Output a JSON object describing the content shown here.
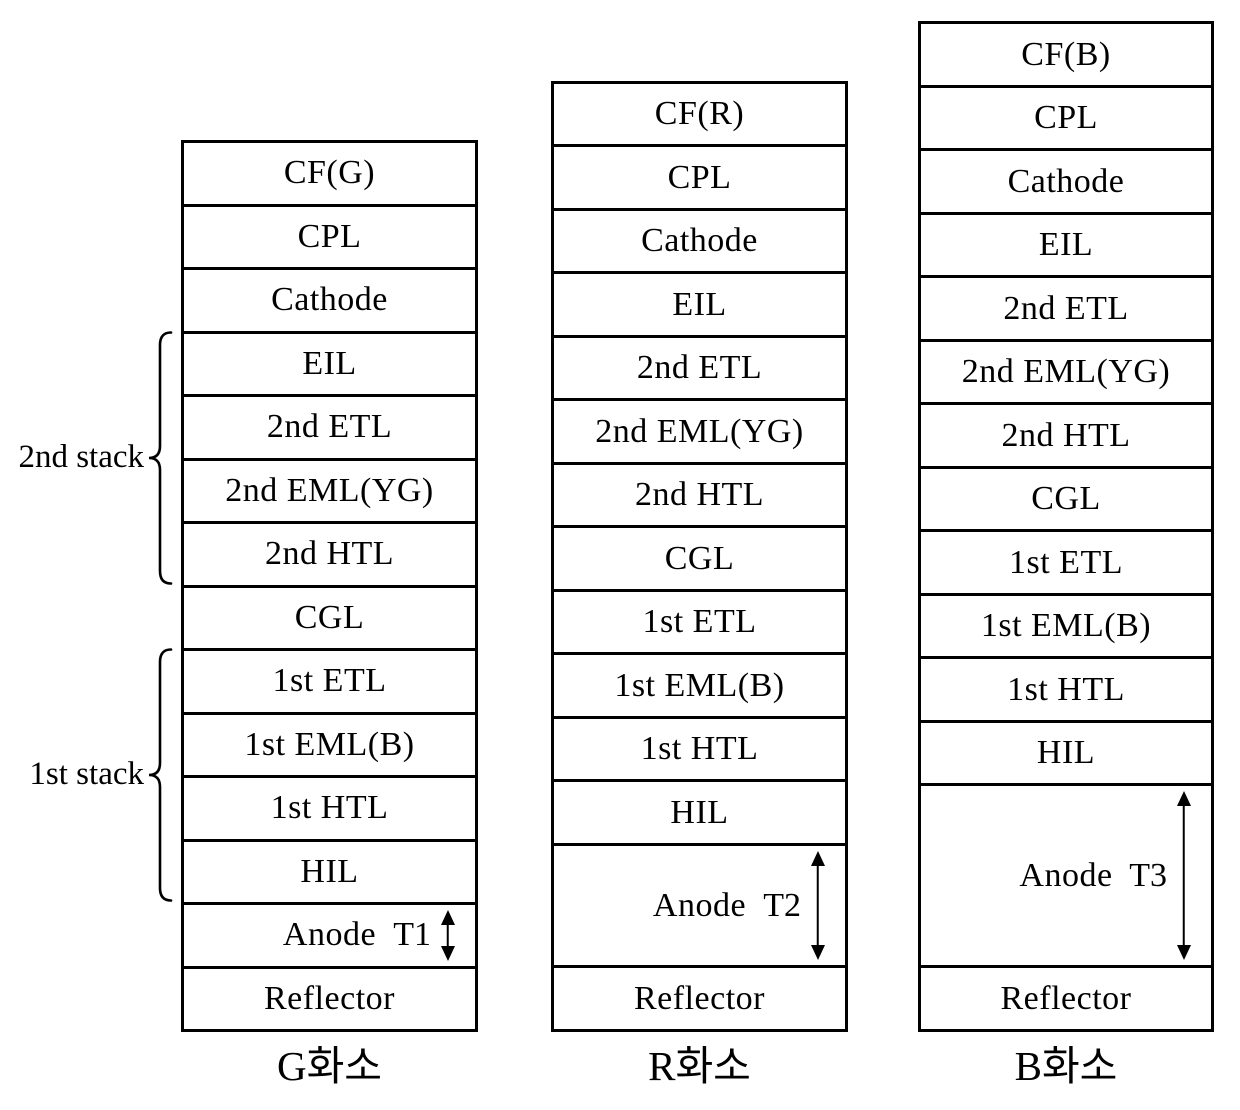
{
  "diagram": {
    "title": "tandem OLED pixel layer stacks",
    "line_color": "#000000",
    "background_color": "#ffffff",
    "stack_braces": [
      {
        "label": "2nd stack",
        "from_layer": "EIL",
        "to_layer": "2nd HTL"
      },
      {
        "label": "1st stack",
        "from_layer": "1st ETL",
        "to_layer": "HIL"
      }
    ],
    "columns": [
      {
        "id": "g-pixel",
        "caption": "G화소",
        "layers": [
          {
            "label": "CF(G)",
            "u": 1
          },
          {
            "label": "CPL",
            "u": 1
          },
          {
            "label": "Cathode",
            "u": 1
          },
          {
            "label": "EIL",
            "u": 1
          },
          {
            "label": "2nd ETL",
            "u": 1
          },
          {
            "label": "2nd EML(YG)",
            "u": 1
          },
          {
            "label": "2nd HTL",
            "u": 1
          },
          {
            "label": "CGL",
            "u": 1
          },
          {
            "label": "1st ETL",
            "u": 1
          },
          {
            "label": "1st EML(B)",
            "u": 1
          },
          {
            "label": "1st HTL",
            "u": 1
          },
          {
            "label": "HIL",
            "u": 1
          },
          {
            "label": "Anode",
            "u": 1,
            "thickness": "T1",
            "arrow": true
          },
          {
            "label": "Reflector",
            "u": 1
          }
        ]
      },
      {
        "id": "r-pixel",
        "caption": "R화소",
        "layers": [
          {
            "label": "CF(R)",
            "u": 1
          },
          {
            "label": "CPL",
            "u": 1
          },
          {
            "label": "Cathode",
            "u": 1
          },
          {
            "label": "EIL",
            "u": 1
          },
          {
            "label": "2nd ETL",
            "u": 1
          },
          {
            "label": "2nd EML(YG)",
            "u": 1
          },
          {
            "label": "2nd HTL",
            "u": 1
          },
          {
            "label": "CGL",
            "u": 1
          },
          {
            "label": "1st ETL",
            "u": 1
          },
          {
            "label": "1st EML(B)",
            "u": 1
          },
          {
            "label": "1st HTL",
            "u": 1
          },
          {
            "label": "HIL",
            "u": 1
          },
          {
            "label": "Anode",
            "u": 1.93,
            "thickness": "T2",
            "arrow": true
          },
          {
            "label": "Reflector",
            "u": 1
          }
        ]
      },
      {
        "id": "b-pixel",
        "caption": "B화소",
        "layers": [
          {
            "label": "CF(B)",
            "u": 1
          },
          {
            "label": "CPL",
            "u": 1
          },
          {
            "label": "Cathode",
            "u": 1
          },
          {
            "label": "EIL",
            "u": 1
          },
          {
            "label": "2nd ETL",
            "u": 1
          },
          {
            "label": "2nd EML(YG)",
            "u": 1
          },
          {
            "label": "2nd HTL",
            "u": 1
          },
          {
            "label": "CGL",
            "u": 1
          },
          {
            "label": "1st ETL",
            "u": 1
          },
          {
            "label": "1st EML(B)",
            "u": 1
          },
          {
            "label": "1st HTL",
            "u": 1
          },
          {
            "label": "HIL",
            "u": 1
          },
          {
            "label": "Anode",
            "u": 2.87,
            "thickness": "T3",
            "arrow": true
          },
          {
            "label": "Reflector",
            "u": 1
          }
        ]
      }
    ]
  }
}
